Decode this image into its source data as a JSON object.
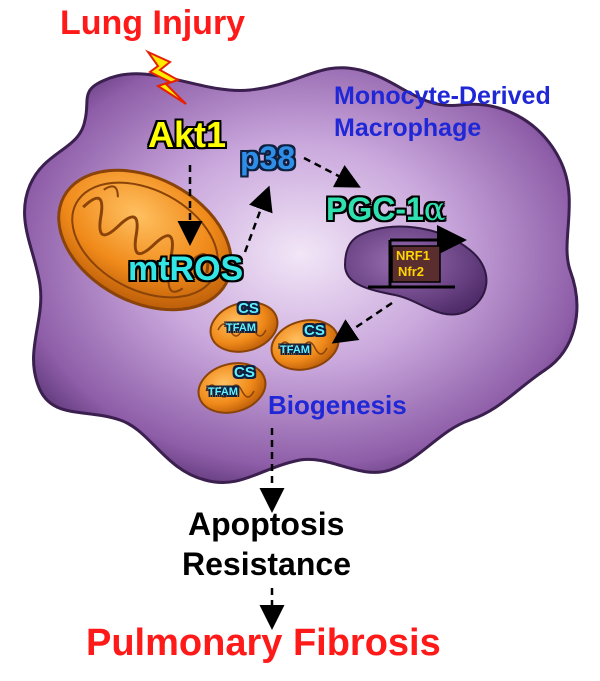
{
  "top_label": "Lung Injury",
  "cell_label_line1": "Monocyte-Derived",
  "cell_label_line2": "Macrophage",
  "nodes": {
    "akt1": "Akt1",
    "mtros": "mtROS",
    "p38": "p38",
    "pgc1a": "PGC-1",
    "pgc1a_alpha": "α",
    "nrf1": "NRF1",
    "nfr2": "Nfr2",
    "biogenesis": "Biogenesis"
  },
  "mito_labels": {
    "cs": "CS",
    "tfam": "TFAM"
  },
  "outcome_line1": "Apoptosis",
  "outcome_line2": "Resistance",
  "bottom_label": "Pulmonary Fibrosis",
  "colors": {
    "red": "#ff1a1a",
    "cell_fill": "#b98fd0",
    "cell_edge": "#3a1f4f",
    "macrophage_text": "#1f27d6",
    "akt1_fill": "#ffff00",
    "mtros_fill": "#33e6e6",
    "p38_fill": "#2f8fe8",
    "pgc1a_fill": "#2fe0b0",
    "mito_orange": "#f08a1a",
    "nrf_box_fill": "#5a2e2e",
    "nrf_text": "#ffd400"
  }
}
